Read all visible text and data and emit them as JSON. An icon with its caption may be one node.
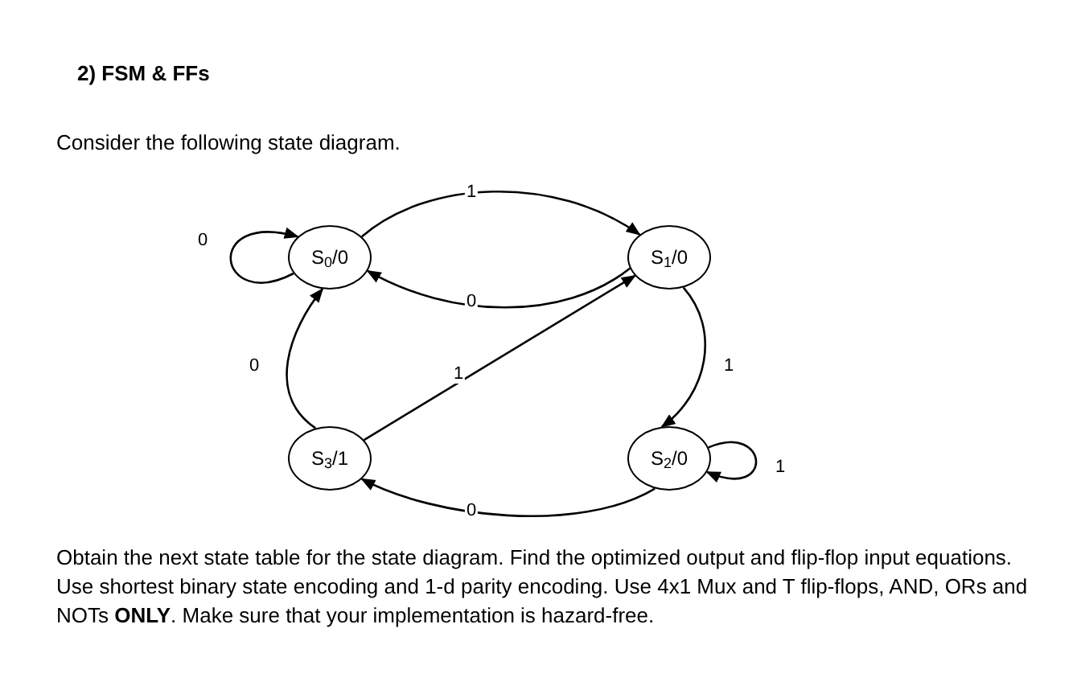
{
  "diagram": {
    "title": "2) FSM & FFs",
    "nodes": [
      {
        "text": [
          "S$_{0}$/0"
        ]
      },
      {
        "text": [
          "S$_{1}$/0"
        ]
      },
      {
        "text": [
          "S$_{2}$/0"
        ]
      },
      {
        "text": [
          "S$_{3}$/1"
        ]
      }
    ],
    "edges": [
      {
        "from": 0,
        "to": 0,
        "arrow": "to",
        "label": "0"
      },
      {
        "from": 0,
        "to": 1,
        "arrow": "to",
        "label": "1"
      },
      {
        "from": 1,
        "to": 0,
        "arrow": "to",
        "label": "0"
      },
      {
        "from": 1,
        "to": 2,
        "arrow": "to",
        "label": "1"
      },
      {
        "from": 2,
        "to": 2,
        "arrow": "to",
        "label": "1"
      },
      {
        "from": 2,
        "to": 3,
        "arrow": "to",
        "label": "0"
      },
      {
        "from": 3,
        "to": 0,
        "arrow": "to",
        "label": "0"
      },
      {
        "from": 3,
        "to": 1,
        "arrow": "to",
        "label": "1"
      }
    ],
    "labels": [
      "Consider the following state diagram.",
      "Obtain the next state table for the state diagram. Find the optimized output and flip-flop input equations. Use shortest binary state encoding and 1-d parity encoding. Use 4x1 Mux and T flip-flops, AND, ORs and NOTs **ONLY**. Make sure that your implementation is hazard-free."
    ]
  }
}
